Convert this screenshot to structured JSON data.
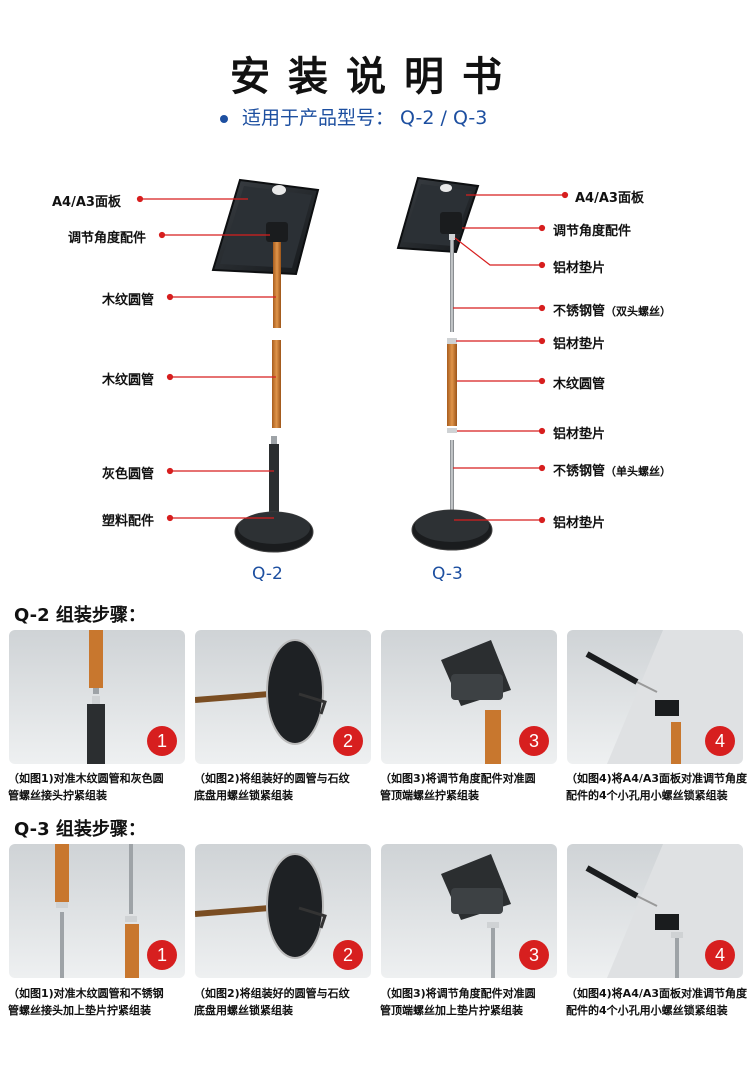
{
  "header": {
    "title": "安装说明书",
    "subtitle": "适用于产品型号：  Q-2 / Q-3"
  },
  "q2_labels": [
    "A4/A3面板",
    "调节角度配件",
    "木纹圆管",
    "木纹圆管",
    "灰色圆管",
    "塑料配件"
  ],
  "q3_labels": [
    {
      "main": "A4/A3面板",
      "note": ""
    },
    {
      "main": "调节角度配件",
      "note": ""
    },
    {
      "main": "铝材垫片",
      "note": ""
    },
    {
      "main": "不锈钢管",
      "note": "（双头螺丝）"
    },
    {
      "main": "铝材垫片",
      "note": ""
    },
    {
      "main": "木纹圆管",
      "note": ""
    },
    {
      "main": "铝材垫片",
      "note": ""
    },
    {
      "main": "不锈钢管",
      "note": "（单头螺丝）"
    },
    {
      "main": "铝材垫片",
      "note": ""
    }
  ],
  "models": {
    "left": "Q-2",
    "right": "Q-3"
  },
  "q2_steps": {
    "title": "Q-2 组装步骤：",
    "steps": [
      {
        "num": "1",
        "caption_line1": "（如图1)对准木纹圆管和灰色圆",
        "caption_line2": "管螺丝接头拧紧组装"
      },
      {
        "num": "2",
        "caption_line1": "（如图2)将组装好的圆管与石纹",
        "caption_line2": "底盘用螺丝锁紧组装"
      },
      {
        "num": "3",
        "caption_line1": "（如图3)将调节角度配件对准圆",
        "caption_line2": "管顶端螺丝拧紧组装"
      },
      {
        "num": "4",
        "caption_line1": "（如图4)将A4/A3面板对准调节角度",
        "caption_line2": "配件的4个小孔用小螺丝锁紧组装"
      }
    ]
  },
  "q3_steps": {
    "title": "Q-3 组装步骤：",
    "steps": [
      {
        "num": "1",
        "caption_line1": "（如图1)对准木纹圆管和不锈钢",
        "caption_line2": "管螺丝接头加上垫片拧紧组装"
      },
      {
        "num": "2",
        "caption_line1": "（如图2)将组装好的圆管与石纹",
        "caption_line2": "底盘用螺丝锁紧组装"
      },
      {
        "num": "3",
        "caption_line1": "（如图3)将调节角度配件对准圆",
        "caption_line2": "管顶端螺丝加上垫片拧紧组装"
      },
      {
        "num": "4",
        "caption_line1": "（如图4)将A4/A3面板对准调节角度",
        "caption_line2": "配件的4个小孔用小螺丝锁紧组装"
      }
    ]
  },
  "colors": {
    "accent_red": "#d71f1f",
    "accent_blue": "#1d4fa0",
    "wood": "#c8772e"
  }
}
